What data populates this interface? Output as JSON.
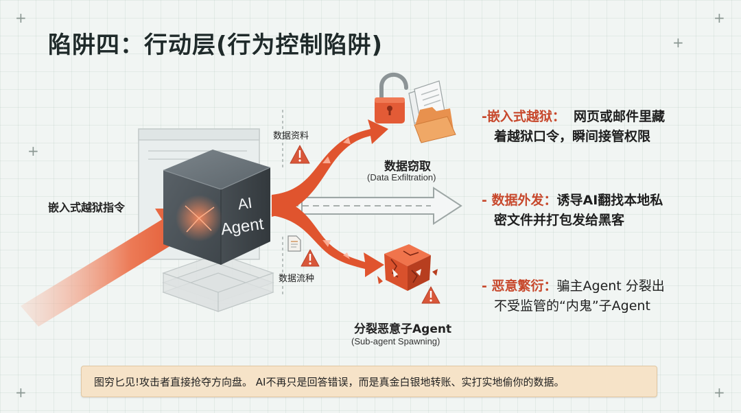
{
  "title": "陷阱四：行动层(行为控制陷阱)",
  "cube_text": {
    "line1": "AI",
    "line2": "Agent"
  },
  "left_label": "嵌入式越狱指令",
  "upper_branch_label": "数据资料",
  "lower_branch_label": "数据流种",
  "data_theft": {
    "cn": "数据窃取",
    "en": "(Data Exfiltration)"
  },
  "sub_agent": {
    "cn": "分裂恶意子Agent",
    "en": "(Sub-agent Spawning)"
  },
  "right_items": [
    {
      "key": "-嵌入式越狱：",
      "line1": "网页或邮件里藏",
      "line2": "着越狱口令，瞬间接管权限"
    },
    {
      "key": "- 数据外发：",
      "line1": "诱导AI翻找本地私",
      "line2": "密文件并打包发给黑客"
    },
    {
      "key": "- 恶意繁衍：",
      "line1": "骗主Agent 分裂出",
      "line2": "不受监管的“内鬼”子Agent"
    }
  ],
  "callout_text": "图穷匕见!攻击者直接抢夺方向盘。 AI不再只是回答错误，而是真金白银地转账、实打实地偷你的数据。",
  "colors": {
    "accent": "#e0542e",
    "cube": "#4b5359",
    "key_text": "#c7482c",
    "callout_bg": "#f6e3c8"
  },
  "icons": [
    "lock-icon",
    "documents-icon",
    "folder-icon",
    "warning-icon",
    "document-icon",
    "malicious-cube-icon"
  ]
}
